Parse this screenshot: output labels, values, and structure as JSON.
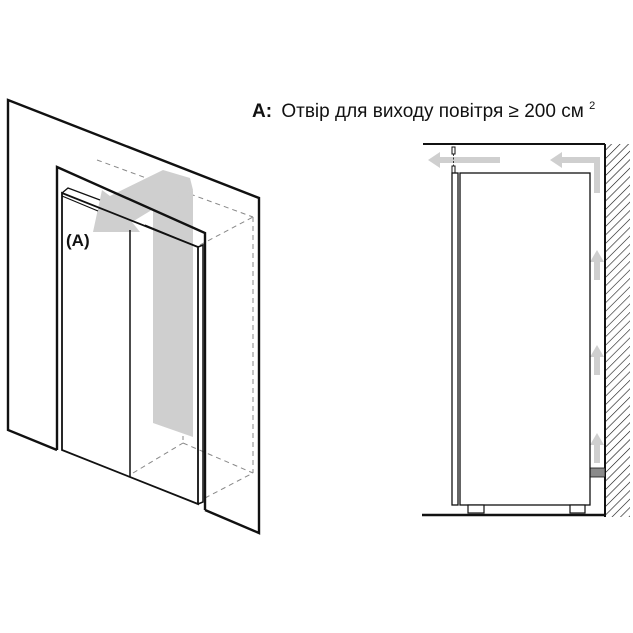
{
  "legend": {
    "key": "A:",
    "text": "Отвір для виходу повітря ≥ 200 см",
    "superscript": "2"
  },
  "callout_label": "(A)",
  "colors": {
    "line": "#111111",
    "airflow": "#cfcfcf",
    "dashed": "#888888",
    "vent_block": "#8a8a8a"
  }
}
